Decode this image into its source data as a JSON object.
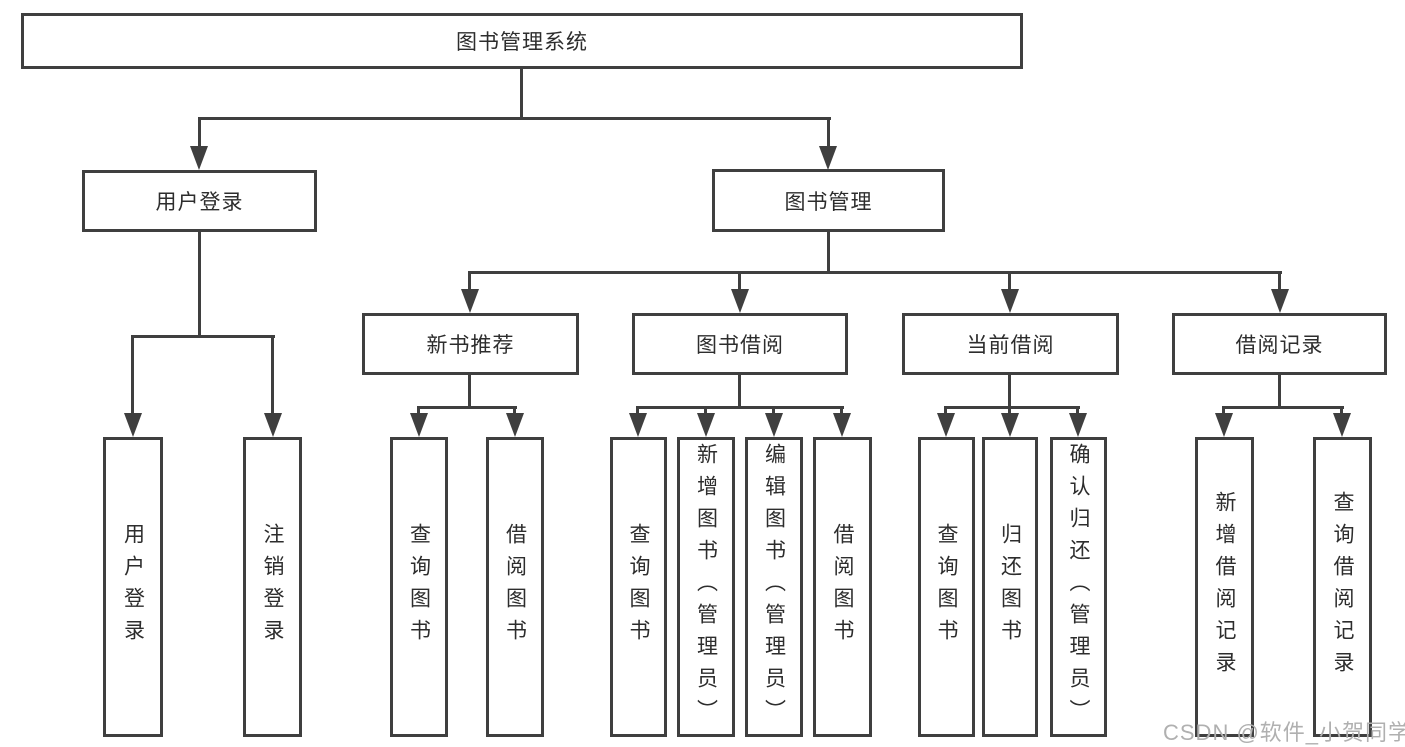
{
  "watermark": "CSDN @软件_小贺同学",
  "colors": {
    "line": "#3f3f3f",
    "text": "#2d2d2d",
    "background": "#ffffff",
    "watermark": "#b0b0b0"
  },
  "nodes": {
    "root": "图书管理系统",
    "level2": {
      "user_login": "用户登录",
      "book_management": "图书管理"
    },
    "level3": {
      "new_book_recommend": "新书推荐",
      "book_borrow": "图书借阅",
      "current_borrow": "当前借阅",
      "borrow_records": "借阅记录"
    },
    "leaves": {
      "user_login": "用户登录",
      "logout": "注销登录",
      "nb_query_books": "查询图书",
      "nb_borrow_books": "借阅图书",
      "bb_query_books": "查询图书",
      "bb_add_books": "新增图书（管理员）",
      "bb_edit_books": "编辑图书（管理员）",
      "bb_borrow_books": "借阅图书",
      "cb_query_books": "查询图书",
      "cb_return_books": "归还图书",
      "cb_confirm_return": "确认归还（管理员）",
      "br_add_record": "新增借阅记录",
      "br_query_record": "查询借阅记录"
    }
  }
}
